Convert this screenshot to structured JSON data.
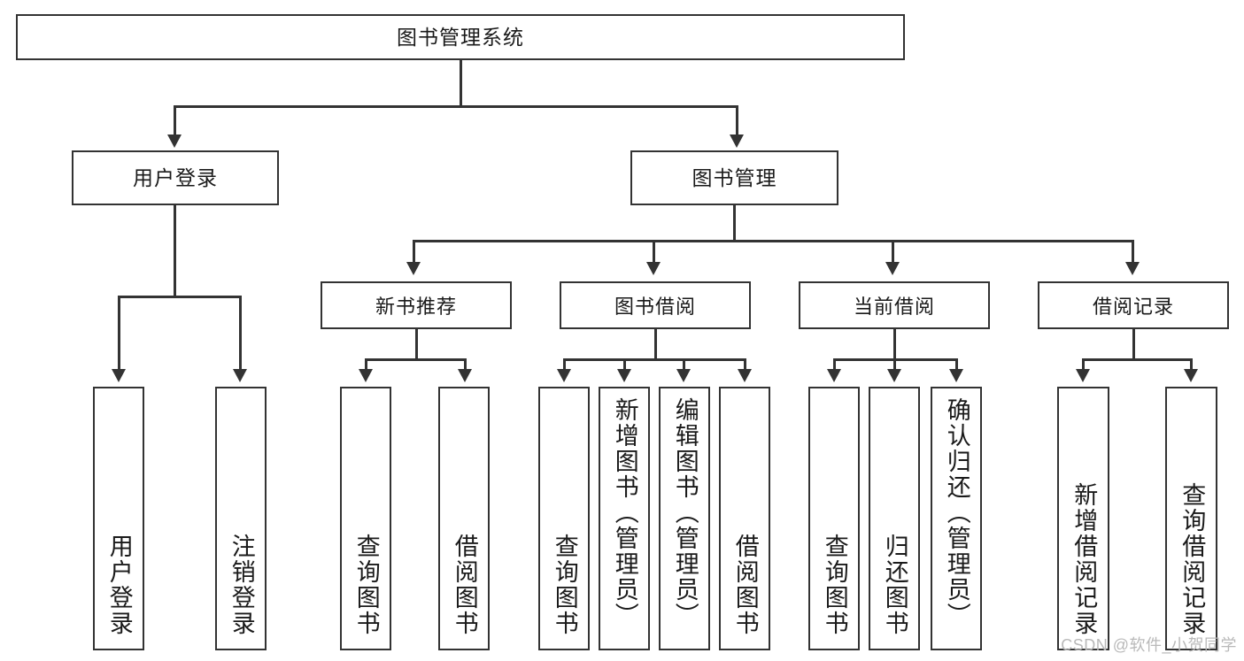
{
  "diagram": {
    "title": "图书管理系统",
    "type": "tree",
    "watermark": "CSDN @软件_小贺同学",
    "colors": {
      "stroke": "#333333",
      "background": "#ffffff",
      "text": "#1a1a1a",
      "watermark": "#b9b9b9"
    },
    "levels": {
      "root": {
        "label": "图书管理系统"
      },
      "level1": [
        {
          "id": "user-login",
          "label": "用户登录"
        },
        {
          "id": "book-manage",
          "label": "图书管理"
        }
      ],
      "level2": [
        {
          "id": "new-book-recommend",
          "label": "新书推荐",
          "parent": "book-manage"
        },
        {
          "id": "book-borrow",
          "label": "图书借阅",
          "parent": "book-manage"
        },
        {
          "id": "current-borrow",
          "label": "当前借阅",
          "parent": "book-manage"
        },
        {
          "id": "borrow-record",
          "label": "借阅记录",
          "parent": "book-manage"
        }
      ],
      "leaves": {
        "user-login": [
          {
            "id": "leaf-user-login",
            "label": "用户登录"
          },
          {
            "id": "leaf-user-logout",
            "label": "注销登录"
          }
        ],
        "new-book-recommend": [
          {
            "id": "leaf-query-book-1",
            "label": "查询图书"
          },
          {
            "id": "leaf-borrow-book-1",
            "label": "借阅图书"
          }
        ],
        "book-borrow": [
          {
            "id": "leaf-query-book-2",
            "label": "查询图书"
          },
          {
            "id": "leaf-add-book",
            "label": "新增图书（管理员）"
          },
          {
            "id": "leaf-edit-book",
            "label": "编辑图书（管理员）"
          },
          {
            "id": "leaf-borrow-book-2",
            "label": "借阅图书"
          }
        ],
        "current-borrow": [
          {
            "id": "leaf-query-book-3",
            "label": "查询图书"
          },
          {
            "id": "leaf-return-book",
            "label": "归还图书"
          },
          {
            "id": "leaf-confirm-return",
            "label": "确认归还（管理员）"
          }
        ],
        "borrow-record": [
          {
            "id": "leaf-add-record",
            "label": "新增借阅记录"
          },
          {
            "id": "leaf-query-record",
            "label": "查询借阅记录"
          }
        ]
      }
    }
  }
}
